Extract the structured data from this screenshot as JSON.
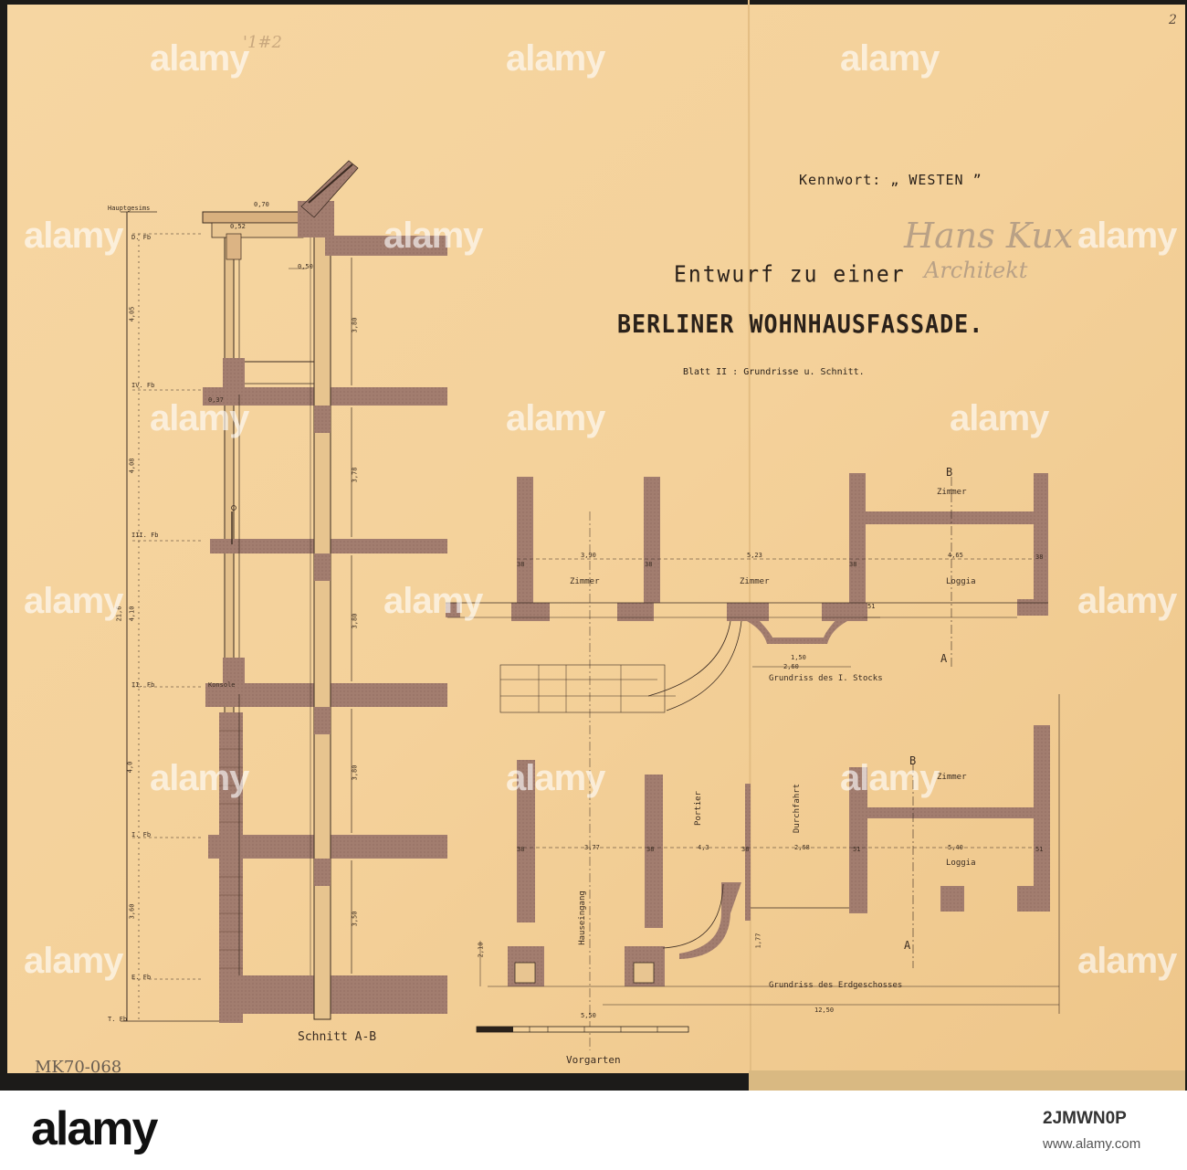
{
  "sheet": {
    "page_number": "2",
    "corner_pencil": "'1#2",
    "inventory_stamp": "MK70-068",
    "colors": {
      "paper": "#f4d19a",
      "paper_edge": "#e9c284",
      "ink": "#2a211a",
      "wall": "#a07b6d",
      "dim": "#3a2c22"
    }
  },
  "heading": {
    "motto": "Kennwort: „ WESTEN ”",
    "title_line1": "Entwurf zu einer",
    "title_line2": "BERLINER WOHNHAUSFASSADE.",
    "subtitle": "Blatt II : Grundrisse u. Schnitt."
  },
  "signature": {
    "name": "Hans Kux",
    "role": "Architekt"
  },
  "section_drawing": {
    "caption": "Schnitt A-B",
    "cornice_label": "Hauptgesims",
    "floor_labels": [
      "D. Fb",
      "IV. Fb",
      "III. Fb",
      "II. Fb",
      "I. Fb",
      "E. Fb",
      "T. Fb"
    ],
    "balcony_label": "Konsole",
    "total_height": "21,6",
    "storey_dims": [
      "4,05",
      "4,08",
      "4,10",
      "4,0",
      "3,60",
      "3,80",
      "3,78",
      "3,80",
      "3,80",
      "3,50"
    ],
    "small_dims": [
      "0,70",
      "0,50",
      "0,37",
      "0,52"
    ]
  },
  "plan_upper": {
    "caption": "Grundriss des I. Stocks",
    "rooms": [
      "Zimmer",
      "Zimmer",
      "Zimmer",
      "Loggia"
    ],
    "dims": [
      "3,90",
      "5,23",
      "4,65",
      "1,50",
      "2,60"
    ],
    "wall_dims": [
      "38",
      "38",
      "38",
      "38",
      "51"
    ],
    "axis_a": "A",
    "axis_b": "B"
  },
  "plan_ground": {
    "caption": "Grundriss des Erdgeschosses",
    "rooms": [
      "Zimmer",
      "Loggia",
      "Portier",
      "Durchfahrt",
      "Hauseingang"
    ],
    "dims": [
      "3,77",
      "4,3",
      "2,68",
      "5,40",
      "2,10",
      "1,77"
    ],
    "wall_dims": [
      "38",
      "38",
      "38",
      "51",
      "51"
    ],
    "overall": "12,50",
    "front": "5,50",
    "axis_a": "A",
    "axis_b": "B"
  },
  "scale_bar": {
    "caption": "Vorgarten"
  },
  "watermark": {
    "text": "alamy",
    "stamp_code": "2JMWN0P",
    "stamp_url": "www.alamy.com"
  }
}
